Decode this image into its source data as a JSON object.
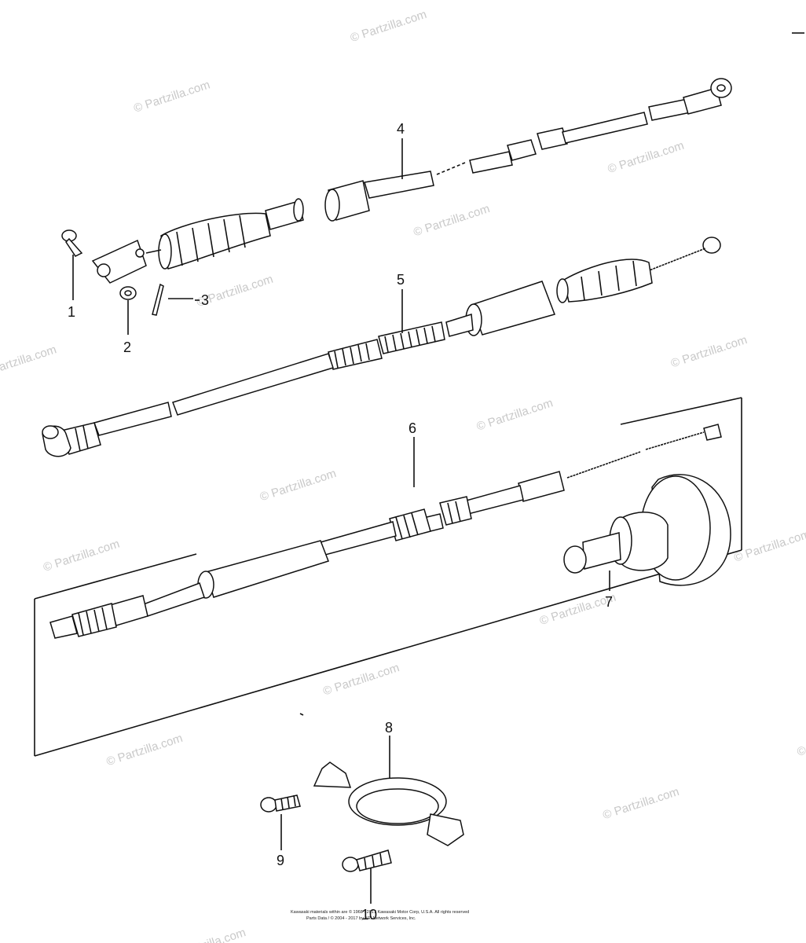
{
  "callouts": [
    "1",
    "2",
    "3",
    "4",
    "5",
    "6",
    "7",
    "8",
    "9",
    "10"
  ],
  "watermark": "© Partzilla.com",
  "copyright": {
    "line1": "Kawasaki materials within are © 1968 - 2017 Kawasaki Motor Corp, U.S.A. All rights reserved",
    "line2": "Parts Data / © 2004 - 2017 by ARI Network Services, Inc."
  }
}
